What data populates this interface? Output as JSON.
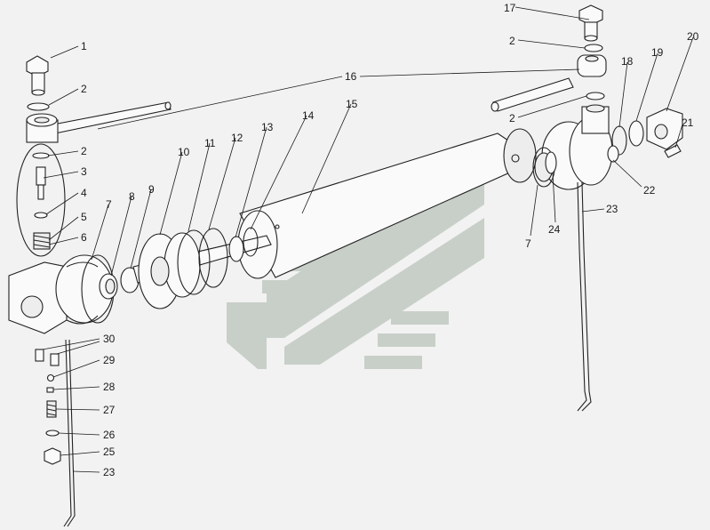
{
  "callouts": [
    {
      "id": "c1",
      "text": "1"
    },
    {
      "id": "c2a",
      "text": "2"
    },
    {
      "id": "c2b",
      "text": "2"
    },
    {
      "id": "c3",
      "text": "3"
    },
    {
      "id": "c4",
      "text": "4"
    },
    {
      "id": "c5",
      "text": "5"
    },
    {
      "id": "c6",
      "text": "6"
    },
    {
      "id": "c7a",
      "text": "7"
    },
    {
      "id": "c8",
      "text": "8"
    },
    {
      "id": "c9",
      "text": "9"
    },
    {
      "id": "c10",
      "text": "10"
    },
    {
      "id": "c11",
      "text": "11"
    },
    {
      "id": "c12",
      "text": "12"
    },
    {
      "id": "c13",
      "text": "13"
    },
    {
      "id": "c14",
      "text": "14"
    },
    {
      "id": "c15",
      "text": "15"
    },
    {
      "id": "c16",
      "text": "16"
    },
    {
      "id": "c17",
      "text": "17"
    },
    {
      "id": "c2c",
      "text": "2"
    },
    {
      "id": "c2d",
      "text": "2"
    },
    {
      "id": "c18",
      "text": "18"
    },
    {
      "id": "c19",
      "text": "19"
    },
    {
      "id": "c20",
      "text": "20"
    },
    {
      "id": "c21",
      "text": "21"
    },
    {
      "id": "c22",
      "text": "22"
    },
    {
      "id": "c23a",
      "text": "23"
    },
    {
      "id": "c24",
      "text": "24"
    },
    {
      "id": "c7b",
      "text": "7"
    },
    {
      "id": "c30",
      "text": "30"
    },
    {
      "id": "c29",
      "text": "29"
    },
    {
      "id": "c28",
      "text": "28"
    },
    {
      "id": "c27",
      "text": "27"
    },
    {
      "id": "c26",
      "text": "26"
    },
    {
      "id": "c25",
      "text": "25"
    },
    {
      "id": "c23b",
      "text": "23"
    }
  ],
  "watermark_icon": "stylized-stripes-logo-icon"
}
